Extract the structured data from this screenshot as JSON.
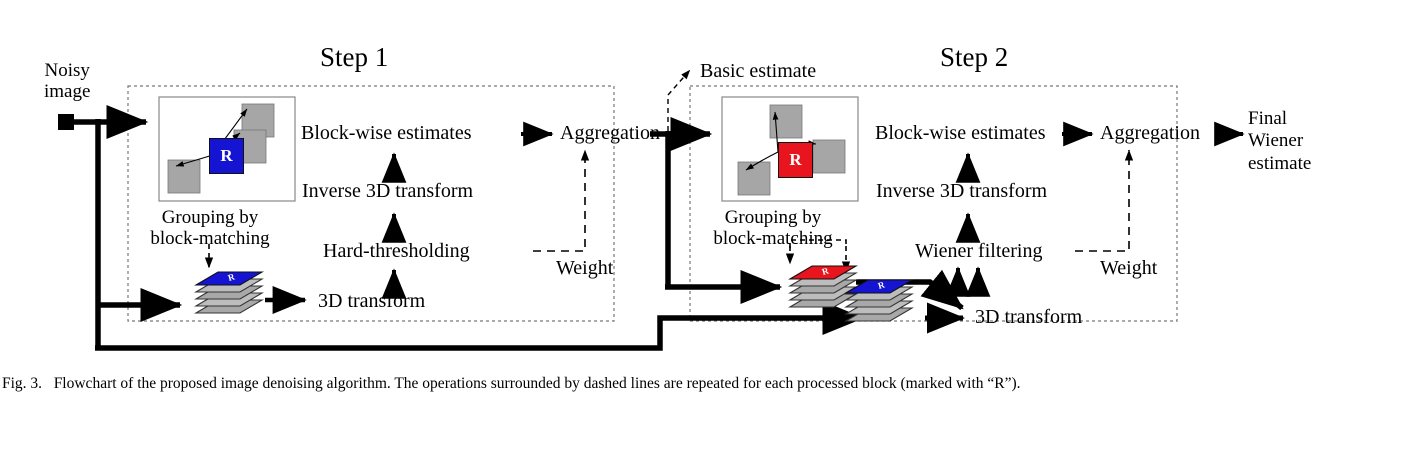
{
  "figure": {
    "caption_label": "Fig. 3.",
    "caption_text": "Flowchart of the proposed image denoising algorithm. The operations surrounded by dashed lines are repeated for each processed block (marked with “R”)."
  },
  "colors": {
    "step1_reference_block": "#1414d2",
    "step2_reference_block": "#e8141e",
    "candidate_block": "#a6a6a6",
    "line": "#000000",
    "dashed_border": "#777777",
    "background": "#ffffff"
  },
  "io": {
    "input_label": "Noisy\nimage",
    "intermediate_label": "Basic estimate",
    "output_label": "Final\nWiener\nestimate"
  },
  "steps": [
    {
      "id": "step1",
      "title": "Step 1",
      "grouping_caption": "Grouping by\nblock-matching",
      "reference_marker": "R",
      "reference_color": "#1414d2",
      "stack_top_color": "#1414d2",
      "nodes": [
        {
          "id": "s1-3d-transform",
          "label": "3D transform"
        },
        {
          "id": "s1-hard-threshold",
          "label": "Hard-thresholding"
        },
        {
          "id": "s1-inverse-3d",
          "label": "Inverse 3D transform"
        },
        {
          "id": "s1-blockwise",
          "label": "Block-wise estimates"
        },
        {
          "id": "s1-aggregation",
          "label": "Aggregation"
        },
        {
          "id": "s1-weight",
          "label": "Weight"
        }
      ]
    },
    {
      "id": "step2",
      "title": "Step 2",
      "grouping_caption": "Grouping by\nblock-matching",
      "reference_marker": "R",
      "reference_color": "#e8141e",
      "stack_top_color_a": "#e8141e",
      "stack_top_color_b": "#1414d2",
      "nodes": [
        {
          "id": "s2-3d-transform",
          "label": "3D transform"
        },
        {
          "id": "s2-wiener",
          "label": "Wiener filtering"
        },
        {
          "id": "s2-inverse-3d",
          "label": "Inverse 3D transform"
        },
        {
          "id": "s2-blockwise",
          "label": "Block-wise estimates"
        },
        {
          "id": "s2-aggregation",
          "label": "Aggregation"
        },
        {
          "id": "s2-weight",
          "label": "Weight"
        }
      ]
    }
  ],
  "chart_data": {
    "type": "diagram",
    "title": "Flowchart of the proposed image denoising algorithm",
    "nodes": [
      "Noisy image",
      "Step 1",
      "Grouping by block-matching",
      "3D transform",
      "Hard-thresholding",
      "Inverse 3D transform",
      "Block-wise estimates",
      "Aggregation",
      "Weight",
      "Basic estimate",
      "Step 2",
      "Wiener filtering",
      "Final Wiener estimate"
    ],
    "edges": [
      "Noisy image -> Step1 Grouping by block-matching",
      "Noisy image -> Step1 group stack",
      "Noisy image -> Step2 lower group stack",
      "Step1 Grouping by block-matching -> Step1 group stack (dashed)",
      "Step1 group stack -> 3D transform",
      "3D transform -> Hard-thresholding",
      "Hard-thresholding -> Inverse 3D transform",
      "Hard-thresholding -> Weight (dashed)",
      "Inverse 3D transform -> Block-wise estimates",
      "Block-wise estimates -> Aggregation",
      "Weight -> Aggregation (dashed)",
      "Step1 Aggregation -> Basic estimate (dashed)",
      "Step1 Aggregation -> Step2 Grouping by block-matching",
      "Step1 Aggregation -> Step2 upper group stack",
      "Step2 Grouping by block-matching -> stacks (dashed)",
      "Step2 stacks -> 3D transform",
      "3D transform -> Wiener filtering (two arrows)",
      "Wiener filtering -> Inverse 3D transform",
      "Wiener filtering -> Weight (dashed)",
      "Inverse 3D transform -> Block-wise estimates",
      "Block-wise estimates -> Aggregation",
      "Weight -> Aggregation (dashed)",
      "Step2 Aggregation -> Final Wiener estimate"
    ]
  }
}
